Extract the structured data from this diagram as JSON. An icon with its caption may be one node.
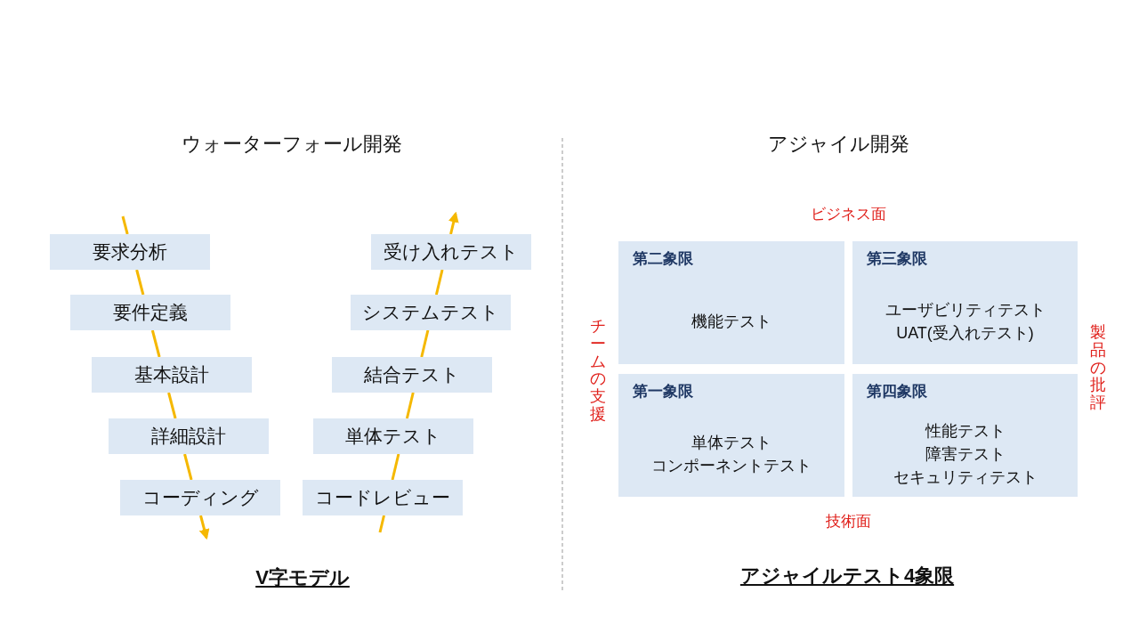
{
  "diagram": {
    "nodes": [
      {
        "text": [
          "要求分析"
        ]
      },
      {
        "text": [
          "要件定義"
        ]
      },
      {
        "text": [
          "基本設計"
        ]
      },
      {
        "text": [
          "詳細設計"
        ]
      },
      {
        "text": [
          "コーディング"
        ]
      },
      {
        "text": [
          "受け入れテスト"
        ]
      },
      {
        "text": [
          "システムテスト"
        ]
      },
      {
        "text": [
          "結合テスト"
        ]
      },
      {
        "text": [
          "単体テスト"
        ]
      },
      {
        "text": [
          "コードレビュー"
        ]
      },
      {
        "text": [
          "第二象限",
          "機能テスト"
        ]
      },
      {
        "text": [
          "第三象限",
          "ユーザビリティテスト",
          "UAT(受入れテスト)"
        ]
      },
      {
        "text": [
          "第一象限",
          "単体テスト",
          "コンポーネントテスト"
        ]
      },
      {
        "text": [
          "第四象限",
          "性能テスト",
          "障害テスト",
          "セキュリティテスト"
        ]
      }
    ],
    "edges": [
      {
        "from": null,
        "to": 0,
        "arrow": "none"
      },
      {
        "from": 0,
        "to": 1,
        "arrow": "none"
      },
      {
        "from": 1,
        "to": 2,
        "arrow": "none"
      },
      {
        "from": 2,
        "to": 3,
        "arrow": "none"
      },
      {
        "from": 3,
        "to": 4,
        "arrow": "none"
      },
      {
        "from": 4,
        "to": null,
        "arrow": "to"
      },
      {
        "from": null,
        "to": 9,
        "arrow": "none"
      },
      {
        "from": 9,
        "to": 8,
        "arrow": "none"
      },
      {
        "from": 8,
        "to": 7,
        "arrow": "none"
      },
      {
        "from": 7,
        "to": 6,
        "arrow": "none"
      },
      {
        "from": 6,
        "to": 5,
        "arrow": "none"
      },
      {
        "from": 5,
        "to": null,
        "arrow": "to"
      }
    ],
    "labels": [
      "ウォーターフォール開発",
      "アジャイル開発",
      "ビジネス面",
      "チームの支援",
      "製品の批評",
      "技術面",
      "V字モデル",
      "アジャイルテスト4象限"
    ]
  }
}
